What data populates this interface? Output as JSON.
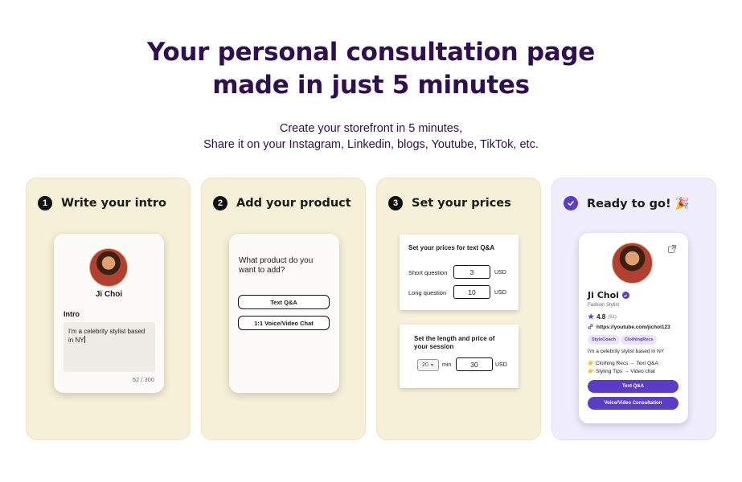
{
  "hero": {
    "title_line1": "Your personal consultation page",
    "title_line2": "made in just 5 minutes",
    "subtitle_line1": "Create your storefront in 5 minutes,",
    "subtitle_line2": "Share it on your Instagram, Linkedin, blogs, Youtube, TikTok, etc."
  },
  "steps": [
    {
      "number": "1",
      "title": "Write your intro",
      "profile_name": "Ji Choi",
      "intro_label": "Intro",
      "intro_text": "I'm a celebrity stylist based in NY",
      "char_count": "52 / 300"
    },
    {
      "number": "2",
      "title": "Add your product",
      "question": "What product do you want to add?",
      "options": [
        "Text Q&A",
        "1:1 Voice/Video Chat"
      ]
    },
    {
      "number": "3",
      "title": "Set your prices",
      "text_panel": {
        "title": "Set your prices for text Q&A",
        "rows": [
          {
            "label": "Short question",
            "value": "3",
            "unit": "USD"
          },
          {
            "label": "Long question",
            "value": "10",
            "unit": "USD"
          }
        ]
      },
      "session_panel": {
        "title": "Set the length and price of your session",
        "length_value": "20",
        "length_unit": "min",
        "price_value": "30",
        "price_unit": "USD"
      }
    },
    {
      "title": "Ready to go! 🎉",
      "profile": {
        "name": "Ji Choi",
        "role": "Fashion Stylist",
        "rating": "4.8",
        "rating_count": "(81)",
        "link": "https://youtube.com/jichoi123",
        "tags": [
          "StyleCoach",
          "ClothingRecs"
        ],
        "bio": "I'm a celebrity stylist based in NY",
        "offer1": "👉 Clothing Recs → Text Q&A",
        "offer2": "👉 Styling Tips → Video chat",
        "btn_text": "Text Q&A",
        "btn_video": "Voice/Video Consultation"
      }
    }
  ],
  "colors": {
    "headline": "#2f0f4f",
    "card_bg": "#f6f0d8",
    "final_card_bg": "#f0eefc",
    "accent": "#5b3cc4"
  },
  "icons": {
    "verified": "check-circle-icon",
    "external": "external-link-icon",
    "star": "star-icon",
    "link": "link-icon",
    "dropdown": "chevron-down-icon"
  }
}
